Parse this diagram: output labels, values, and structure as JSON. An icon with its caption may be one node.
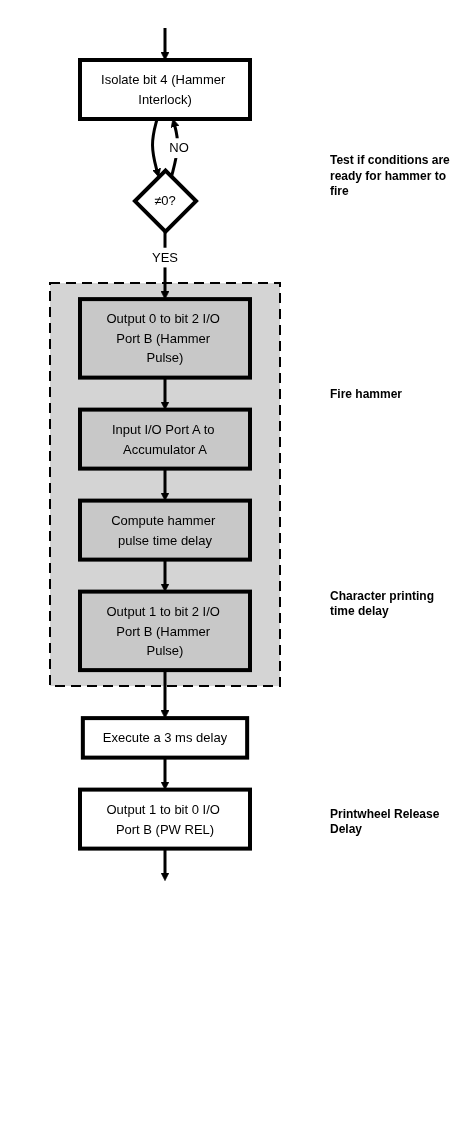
{
  "diagram": {
    "nodes": [
      {
        "text": [
          "Isolate bit 4 (Hammer Interlock)"
        ]
      },
      {
        "text": [
          "≠0?"
        ]
      },
      {
        "text": [],
        "shape": "band"
      },
      {
        "text": [
          "Output 0 to bit 2 I/O Port B (Hammer Pulse)"
        ],
        "in": 2
      },
      {
        "text": [
          "Input I/O Port A to Accumulator A"
        ],
        "in": 2
      },
      {
        "text": [
          "Compute hammer pulse time delay"
        ],
        "in": 2
      },
      {
        "text": [
          "Output 1 to bit 2 I/O Port B (Hammer Pulse)"
        ],
        "in": 2
      },
      {
        "text": [
          "Execute a 3 ms delay"
        ]
      },
      {
        "text": [
          "Output 1 to bit 0 I/O Port B (PW REL)"
        ]
      }
    ],
    "edges": [
      {
        "from": null,
        "to": 0,
        "arrow": "to"
      },
      {
        "from": 0,
        "to": 1,
        "arrow": "to"
      },
      {
        "from": 1,
        "to": 0,
        "arrow": "to",
        "label": "NO"
      },
      {
        "from": 1,
        "to": 3,
        "arrow": "to",
        "label": "YES"
      },
      {
        "from": 3,
        "to": 4,
        "arrow": "to"
      },
      {
        "from": 4,
        "to": 5,
        "arrow": "to"
      },
      {
        "from": 5,
        "to": 6,
        "arrow": "to"
      },
      {
        "from": 6,
        "to": 7,
        "arrow": "to"
      },
      {
        "from": 7,
        "to": 8,
        "arrow": "to"
      },
      {
        "from": 8,
        "to": null,
        "arrow": "to"
      }
    ],
    "labels": [
      "Test if conditions are ready for hammer to fire",
      "Fire hammer",
      "Character printing time delay",
      "Printwheel Release Delay"
    ]
  }
}
